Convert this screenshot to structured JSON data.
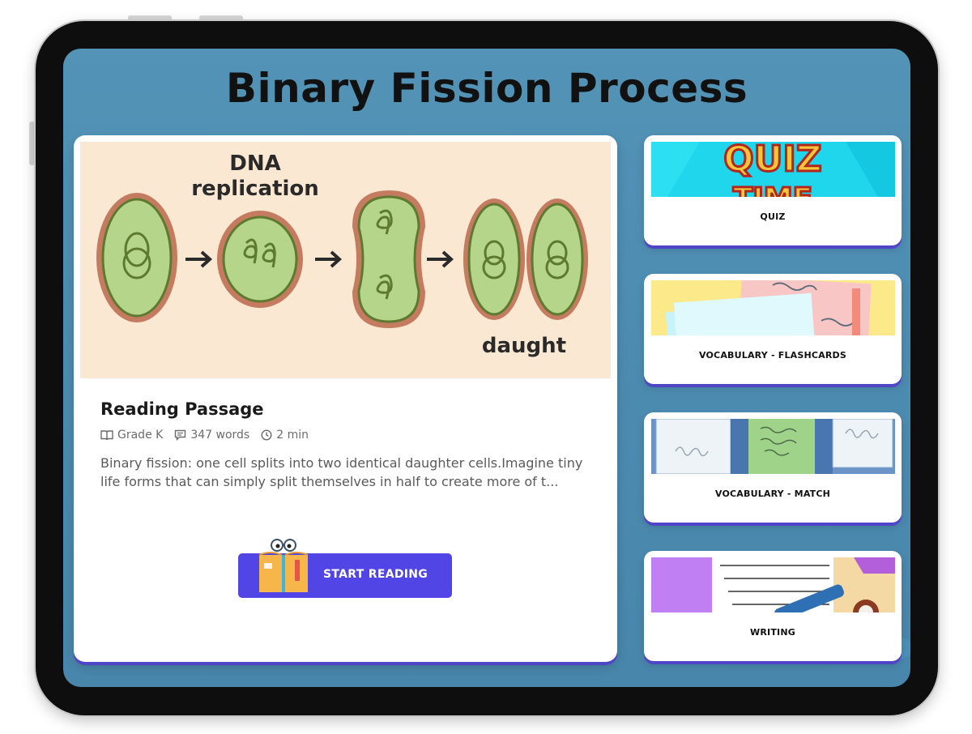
{
  "page": {
    "title": "Binary Fission Process"
  },
  "reading_card": {
    "illustration_texts": {
      "dna_replication_line1": "DNA",
      "dna_replication_line2": "replication",
      "daughter": "daught"
    },
    "title": "Reading Passage",
    "meta": {
      "grade": "Grade K",
      "words": "347 words",
      "time": "2 min"
    },
    "excerpt": "Binary fission: one cell splits into two identical daughter cells.Imagine tiny life forms that can simply split themselves in half to create more of t...",
    "start_button_label": "START READING"
  },
  "activities": [
    {
      "label": "QUIZ",
      "thumb_text": "QUIZ TIME"
    },
    {
      "label": "VOCABULARY - FLASHCARDS"
    },
    {
      "label": "VOCABULARY - MATCH"
    },
    {
      "label": "WRITING"
    }
  ],
  "colors": {
    "screen_bg": "#4f8fb4",
    "button": "#5146e5",
    "card_shadow": "#4f46c7",
    "illustration_bg": "#fbe8d2",
    "cell_fill": "#b5d68a",
    "cell_wall": "#c57b5f"
  },
  "icons": [
    "book-icon",
    "words-icon",
    "clock-icon",
    "reading-book-mascot-icon"
  ]
}
